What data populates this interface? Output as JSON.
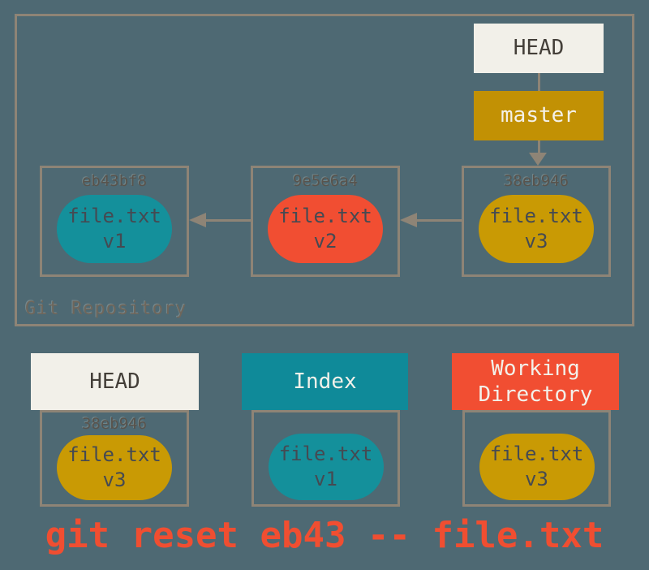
{
  "repository": {
    "label": "Git Repository",
    "head": {
      "label": "HEAD"
    },
    "branch": {
      "label": "master"
    },
    "commits": [
      {
        "hash": "eb43bf8",
        "file": "file.txt",
        "version": "v1",
        "pill_color": "#14909B"
      },
      {
        "hash": "9e5e6a4",
        "file": "file.txt",
        "version": "v2",
        "pill_color": "#F14E32"
      },
      {
        "hash": "38eb946",
        "file": "file.txt",
        "version": "v3",
        "pill_color": "#C99A04"
      }
    ]
  },
  "areas": {
    "head": {
      "title": "HEAD",
      "header_bg": "#F2F0E9",
      "header_fg": "#443F39",
      "hash": "38eb946",
      "file": "file.txt",
      "version": "v3",
      "pill_color": "#C99A04"
    },
    "index": {
      "title": "Index",
      "header_bg": "#0F8A99",
      "header_fg": "#F2F1EA",
      "file": "file.txt",
      "version": "v1",
      "pill_color": "#14909B"
    },
    "working_directory": {
      "title": "Working Directory",
      "header_bg": "#F14E32",
      "header_fg": "#F2F1EA",
      "file": "file.txt",
      "version": "v3",
      "pill_color": "#C99A04"
    }
  },
  "caption": {
    "text": "git reset eb43 -- file.txt",
    "color": "#F04E31"
  },
  "colors": {
    "background": "#4E6973",
    "line": "#8E8476",
    "border": "#8E8476",
    "pill_text": "#454A52",
    "hash_text": "#59534C",
    "repo_label_text": "#6E665B"
  },
  "icons": {
    "branch_to_commit": "down-arrowhead",
    "commit_parent": "left-arrowhead"
  }
}
